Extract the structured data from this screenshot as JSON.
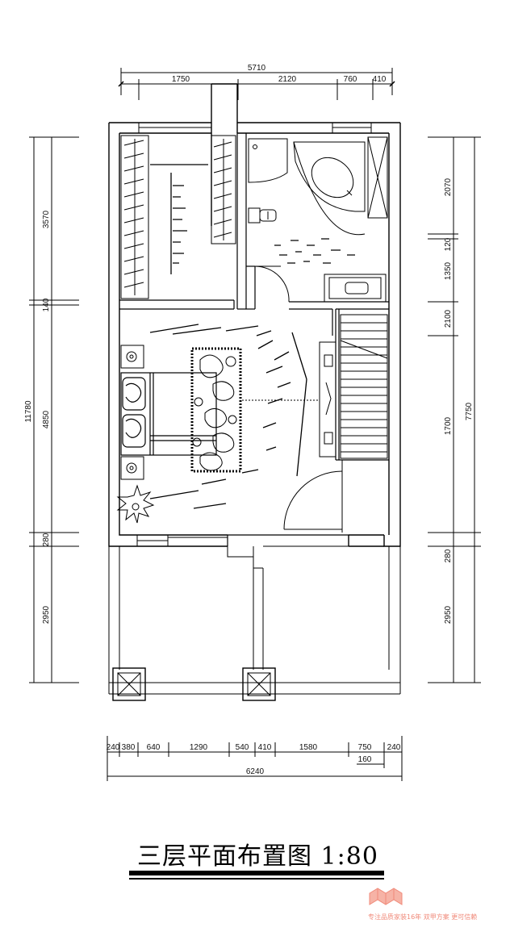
{
  "title": "三层平面布置图 1:80",
  "dims": {
    "top_total": "5710",
    "top": [
      "1750",
      "2120",
      "760",
      "410"
    ],
    "left_total": "11780",
    "left": [
      "3570",
      "140",
      "4850",
      "280",
      "2950"
    ],
    "right_total": "7750",
    "right": [
      "2070",
      "120",
      "1350",
      "2100",
      "1700",
      "280",
      "2950"
    ],
    "bottom": [
      "240",
      "380",
      "640",
      "1290",
      "540",
      "410",
      "1580",
      "750",
      "240"
    ],
    "bottom_extra": "160",
    "bottom_total": "6240"
  },
  "watermark": {
    "text": "专注品质家装16年 双甲方案 更可信赖",
    "color": "#f08a7a"
  }
}
